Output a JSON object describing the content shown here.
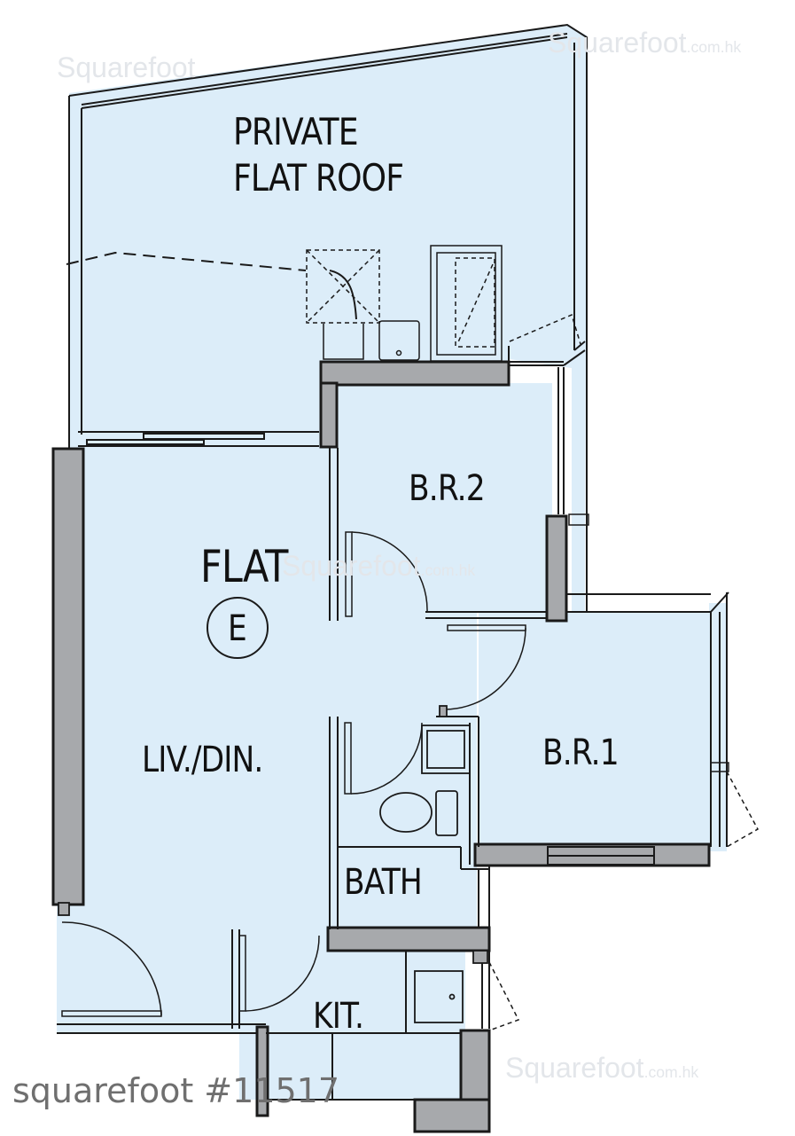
{
  "plan": {
    "unit": {
      "flat_label": "FLAT",
      "flat_letter": "E"
    },
    "rooms": {
      "roof_line1": "PRIVATE",
      "roof_line2": "FLAT ROOF",
      "bedroom2": "B.R.2",
      "bedroom1": "B.R.1",
      "living_dining": "LIV./DIN.",
      "bath": "BATH",
      "kitchen": "KIT."
    },
    "watermark": {
      "brand": "Squarefoot",
      "domain": ".com.hk"
    },
    "listing_id": "squarefoot #11517",
    "colors": {
      "room_fill": "#dcedf9",
      "wall_fill": "#a7a9ac",
      "line": "#1a1a1a"
    }
  }
}
